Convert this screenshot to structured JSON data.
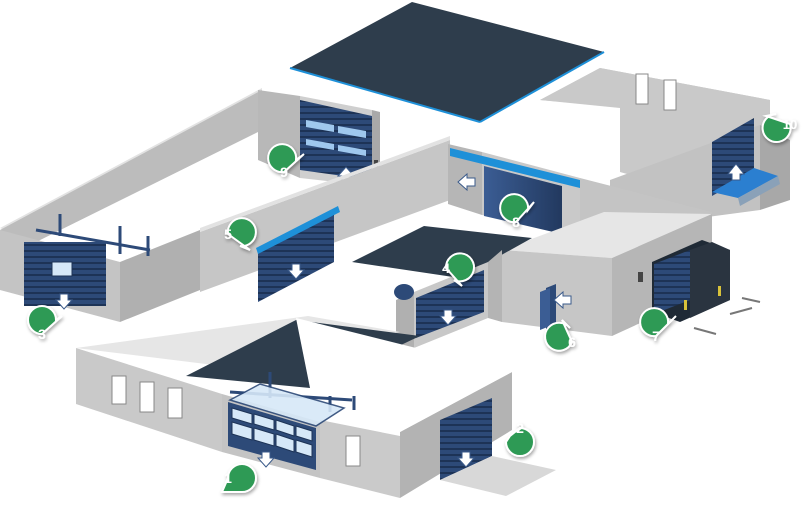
{
  "colors": {
    "wall_front": "#c9c9c9",
    "wall_side": "#b3b3b3",
    "wall_top": "#e6e6e6",
    "floor": "#ffffff",
    "roof_dark": "#2e3d4c",
    "door_blue": "#2d4a78",
    "accent_blue": "#1e90d8",
    "marker_green": "#2e9a54"
  },
  "markers": [
    {
      "id": "1",
      "label": "1",
      "icon": "sectional-door-glazed"
    },
    {
      "id": "2",
      "label": "2",
      "icon": "roller-door-side"
    },
    {
      "id": "3",
      "label": "3",
      "icon": "sectional-door-window"
    },
    {
      "id": "4",
      "label": "4",
      "icon": "spiral-door"
    },
    {
      "id": "5",
      "label": "5",
      "icon": "high-speed-door"
    },
    {
      "id": "6",
      "label": "6",
      "icon": "personnel-door"
    },
    {
      "id": "7",
      "label": "7",
      "icon": "dock-shelter"
    },
    {
      "id": "8",
      "label": "8",
      "icon": "sliding-door"
    },
    {
      "id": "9",
      "label": "9",
      "icon": "sectional-door-windows"
    },
    {
      "id": "10",
      "label": "10",
      "icon": "dock-leveller"
    }
  ]
}
